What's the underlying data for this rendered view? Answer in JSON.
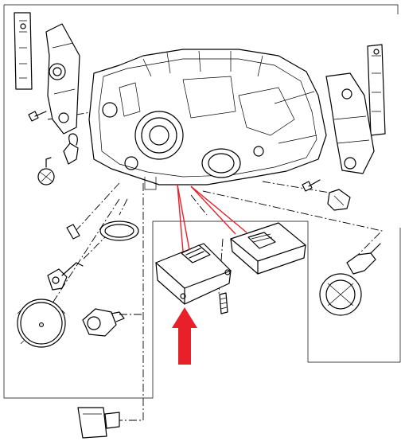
{
  "diagram": {
    "description_visible_text": "",
    "colors": {
      "line": "#000000",
      "background": "#ffffff",
      "highlight": "#e8202a"
    },
    "parts": [
      "headlamp-housing",
      "left-mounting-bracket",
      "right-mounting-bracket",
      "ballast-control-unit-lower",
      "ballast-control-unit-upper",
      "xenon-bulb",
      "igniter",
      "bulb-cover-cap",
      "retaining-ring",
      "side-marker-bulb",
      "fog-bulb",
      "screws"
    ],
    "highlighted_part": "ballast-control-unit-lower",
    "arrow_direction": "up"
  }
}
